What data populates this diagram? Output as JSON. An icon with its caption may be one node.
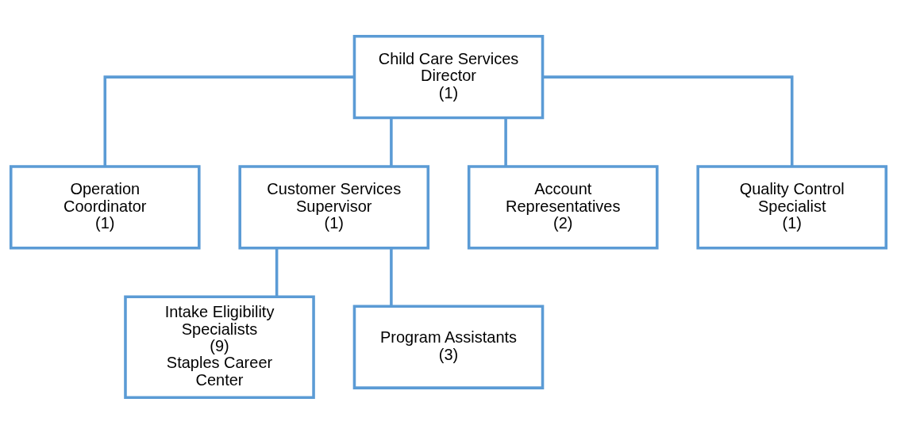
{
  "diagram": {
    "nodes": [
      {
        "text": [
          "Child Care Services Director",
          "(1)"
        ]
      },
      {
        "text": [
          "Operation Coordinator",
          "(1)"
        ]
      },
      {
        "text": [
          "Customer Services Supervisor",
          "(1)"
        ]
      },
      {
        "text": [
          "Account Representatives",
          "(2)"
        ]
      },
      {
        "text": [
          "Quality Control Specialist",
          "(1)"
        ]
      },
      {
        "text": [
          "Intake Eligibility Specialists",
          "(9)",
          "Staples Career Center"
        ]
      },
      {
        "text": [
          "Program Assistants",
          "(3)"
        ]
      }
    ],
    "edges": [
      {
        "from": 0,
        "to": 1,
        "arrow": "none"
      },
      {
        "from": 0,
        "to": 2,
        "arrow": "none"
      },
      {
        "from": 0,
        "to": 3,
        "arrow": "none"
      },
      {
        "from": 0,
        "to": 4,
        "arrow": "none"
      },
      {
        "from": 2,
        "to": 5,
        "arrow": "none"
      },
      {
        "from": 2,
        "to": 6,
        "arrow": "none"
      }
    ]
  }
}
